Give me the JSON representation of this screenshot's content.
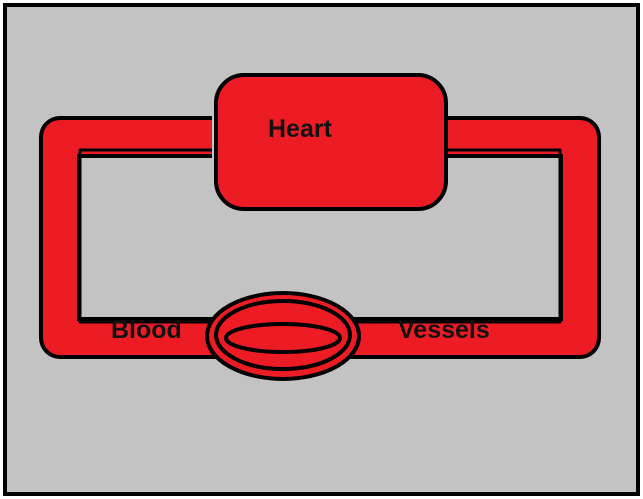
{
  "diagram": {
    "labels": {
      "heart": "Heart",
      "blood": "Blood",
      "vessels": "Vessels"
    },
    "colors": {
      "background": "#c3c3c3",
      "outline": "#000000",
      "red": "#ed1c24",
      "text": "#111111"
    }
  }
}
